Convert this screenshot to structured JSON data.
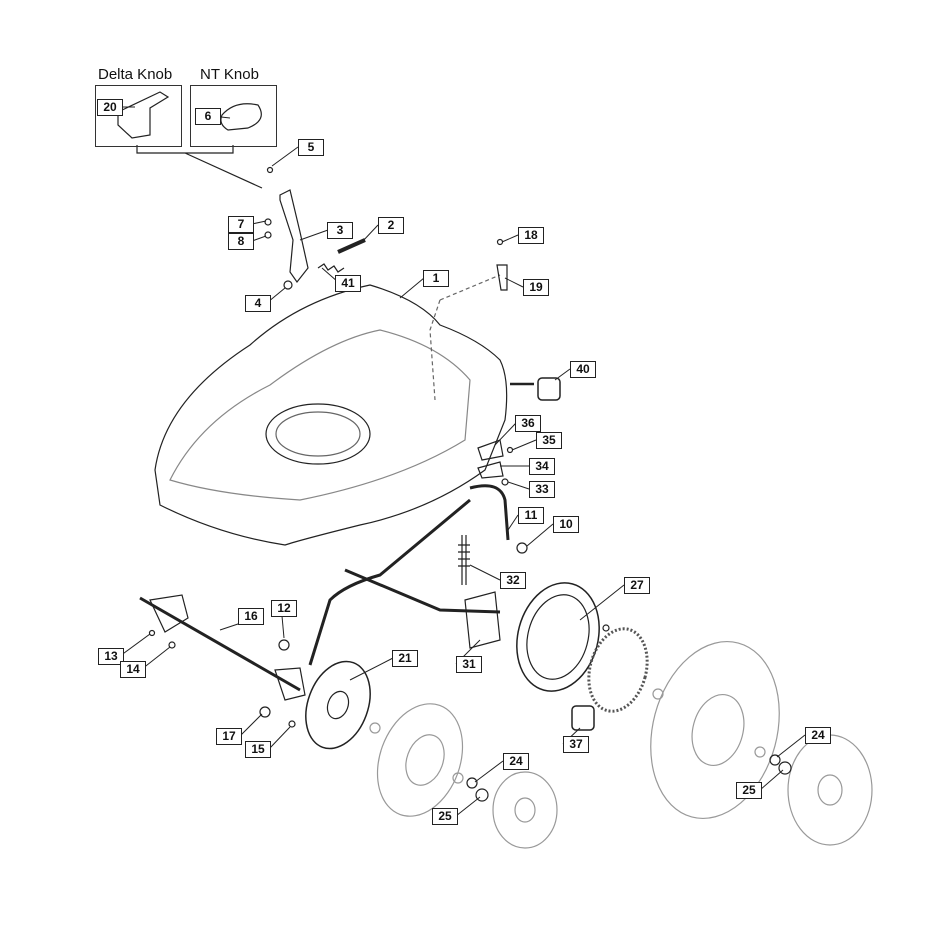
{
  "diagram": {
    "insets": [
      {
        "title": "Delta Knob",
        "part": "20"
      },
      {
        "title": "NT Knob",
        "part": "6"
      }
    ],
    "parts": {
      "p1": "1",
      "p2": "2",
      "p3": "3",
      "p4": "4",
      "p5": "5",
      "p7": "7",
      "p8": "8",
      "p10": "10",
      "p11": "11",
      "p12": "12",
      "p13": "13",
      "p14": "14",
      "p15": "15",
      "p16": "16",
      "p17": "17",
      "p18": "18",
      "p19": "19",
      "p21": "21",
      "p24a": "24",
      "p24b": "24",
      "p25a": "25",
      "p25b": "25",
      "p27": "27",
      "p31": "31",
      "p32": "32",
      "p33": "33",
      "p34": "34",
      "p35": "35",
      "p36": "36",
      "p37": "37",
      "p40": "40",
      "p41": "41"
    }
  }
}
